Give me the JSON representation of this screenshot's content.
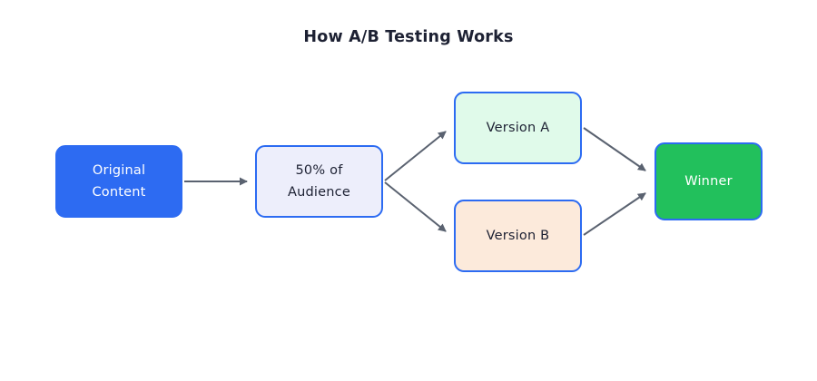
{
  "title": "How A/B Testing Works",
  "colors": {
    "background": "#ffffff",
    "title_text": "#1d2133",
    "arrow": "#5a6270",
    "node_border_blue": "#2c6bf2"
  },
  "nodes": {
    "original": {
      "label": "Original Content",
      "fill": "#2d6bf2",
      "border": "#2d6bf2",
      "text_color": "#ffffff"
    },
    "audience": {
      "label": "50% of Audience",
      "fill": "#edeefb",
      "border": "#2c6bf2",
      "text_color": "#1d2133"
    },
    "version_a": {
      "label": "Version A",
      "fill": "#e0faea",
      "border": "#2c6bf2",
      "text_color": "#1d2133"
    },
    "version_b": {
      "label": "Version B",
      "fill": "#fceadb",
      "border": "#2c6bf2",
      "text_color": "#1d2133"
    },
    "winner": {
      "label": "Winner",
      "fill": "#22c05c",
      "border": "#2c6bf2",
      "text_color": "#ffffff"
    }
  },
  "edges": [
    {
      "from": "original",
      "to": "audience"
    },
    {
      "from": "audience",
      "to": "version_a"
    },
    {
      "from": "audience",
      "to": "version_b"
    },
    {
      "from": "version_a",
      "to": "winner"
    },
    {
      "from": "version_b",
      "to": "winner"
    }
  ]
}
